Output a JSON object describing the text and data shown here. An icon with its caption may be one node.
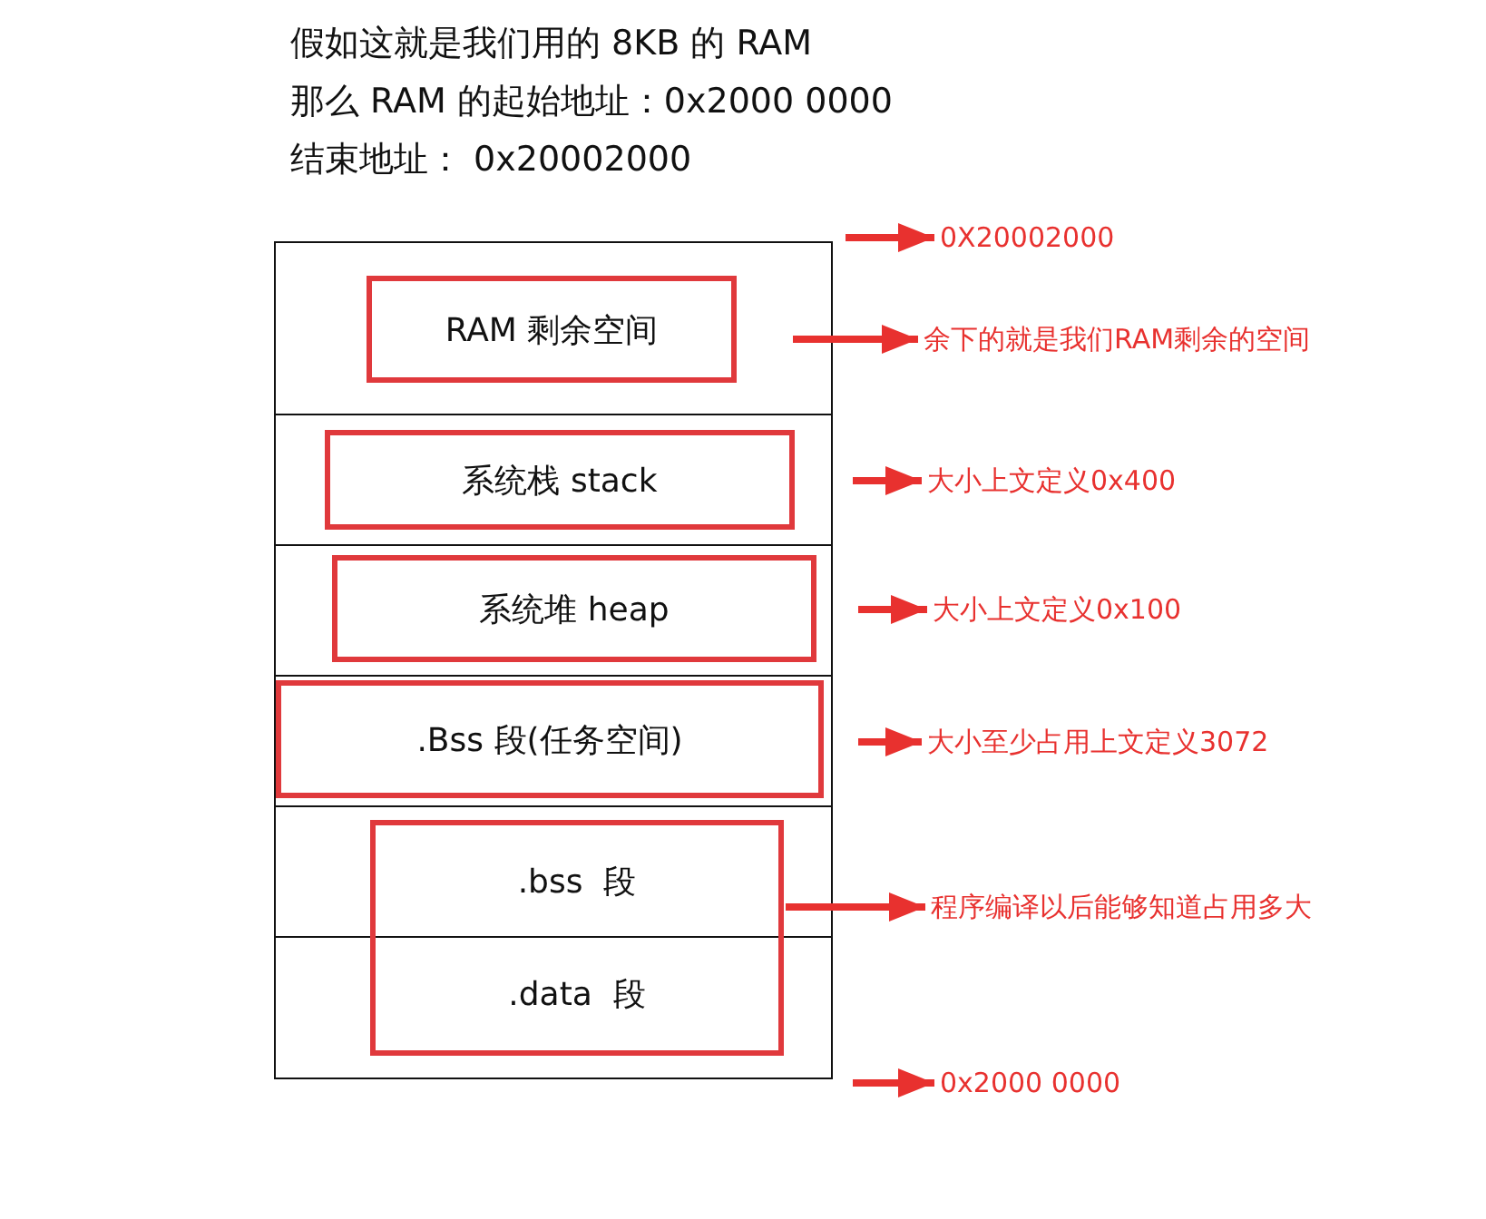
{
  "diagram": {
    "nodes": [
      {
        "text": [
          "RAM 剩余空间"
        ]
      },
      {
        "text": [
          "系统栈 stack"
        ]
      },
      {
        "text": [
          "系统堆 heap"
        ]
      },
      {
        "text": [
          ".Bss 段(任务空间)"
        ]
      },
      {
        "text": [
          ".bss  段",
          ".data  段"
        ]
      },
      {
        "text": [
          "0X20002000"
        ]
      },
      {
        "text": [
          "余下的就是我们RAM剩余的空间"
        ]
      },
      {
        "text": [
          "大小上文定义0x400"
        ]
      },
      {
        "text": [
          "大小上文定义0x100"
        ]
      },
      {
        "text": [
          "大小至少占用上文定义3072"
        ]
      },
      {
        "text": [
          "程序编译以后能够知道占用多大"
        ]
      },
      {
        "text": [
          "0x2000 0000"
        ]
      }
    ],
    "edges": [
      {
        "from": null,
        "to": 5,
        "arrow": "to"
      },
      {
        "from": null,
        "to": 6,
        "arrow": "to"
      },
      {
        "from": null,
        "to": 7,
        "arrow": "to"
      },
      {
        "from": null,
        "to": 8,
        "arrow": "to"
      },
      {
        "from": null,
        "to": 9,
        "arrow": "to"
      },
      {
        "from": 4,
        "to": 10,
        "arrow": "to"
      },
      {
        "from": null,
        "to": 11,
        "arrow": "to"
      }
    ],
    "labels": [
      "假如这就是我们用的 8KB 的 RAM",
      "那么 RAM 的起始地址：0x2000 0000",
      "结束地址：  0x20002000"
    ]
  }
}
